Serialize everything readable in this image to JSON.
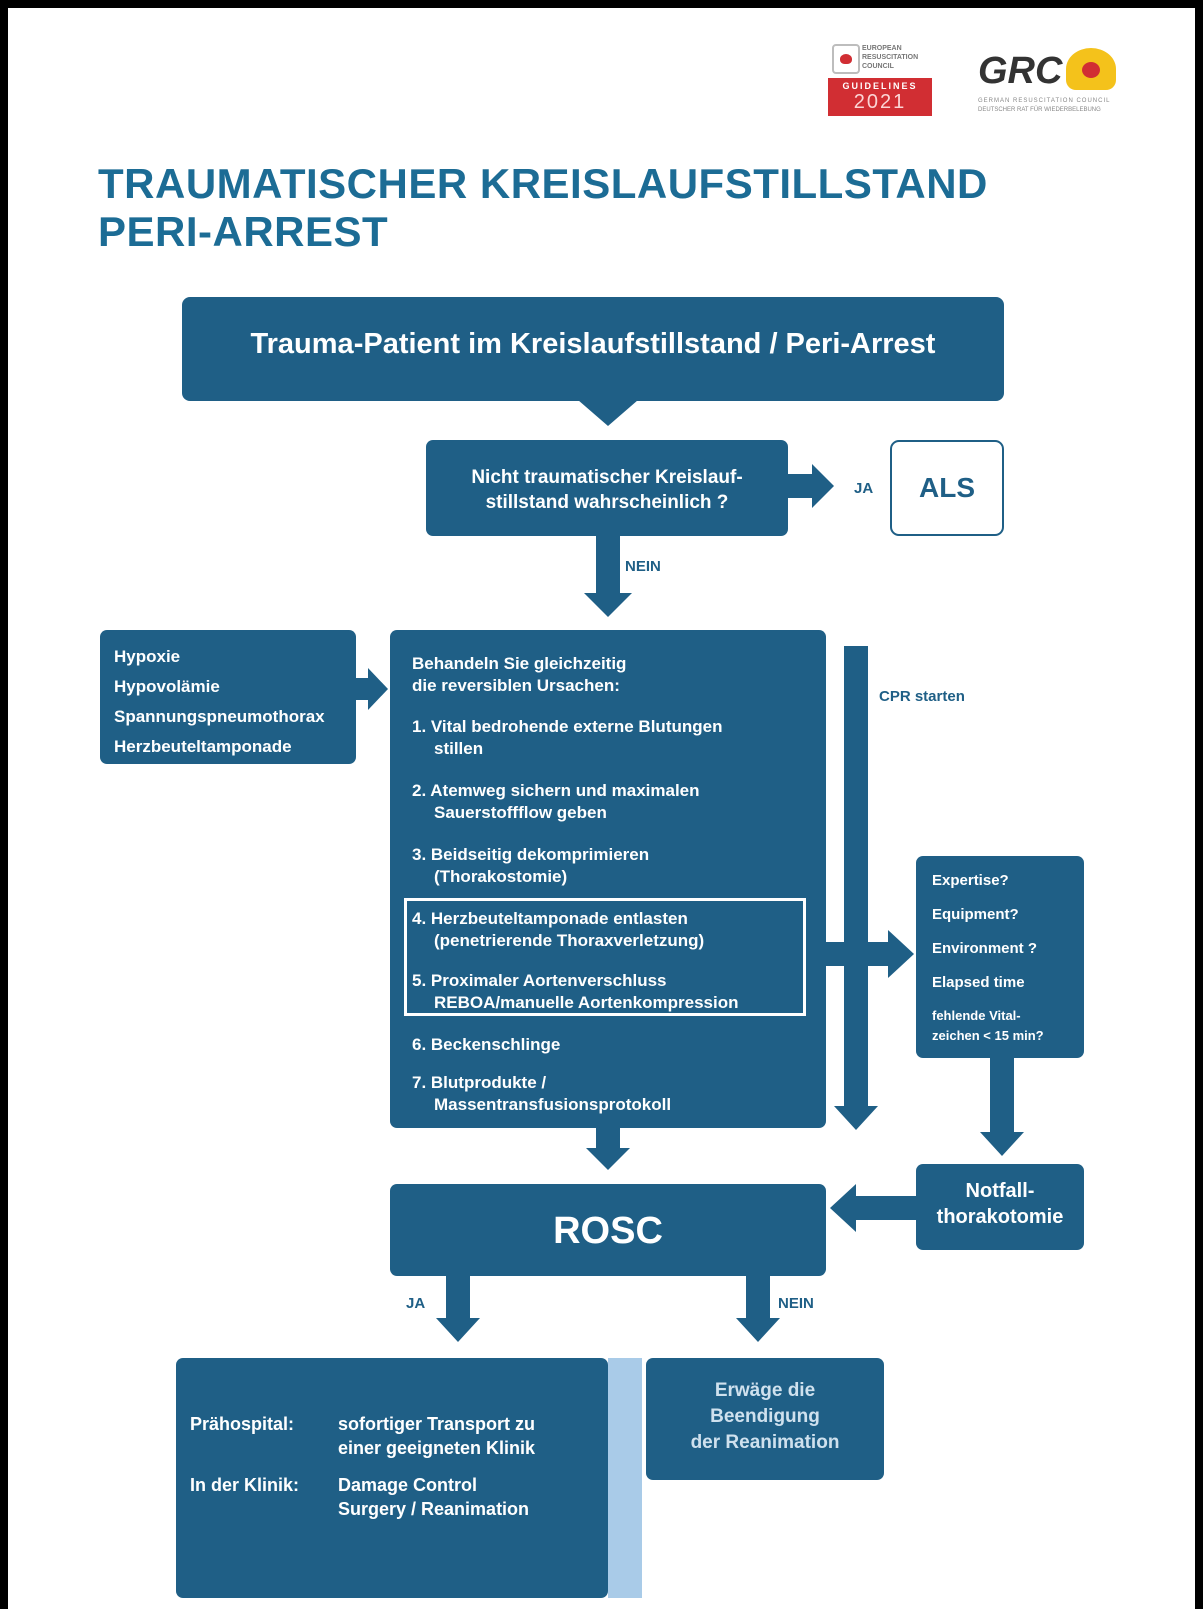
{
  "logos": {
    "erc_text": "EUROPEAN RESUSCITATION COUNCIL",
    "erc_guidelines": "GUIDELINES",
    "erc_year": "2021",
    "grc_text": "GRC",
    "grc_subtitle": "GERMAN RESUSCITATION COUNCIL",
    "grc_subtitle2": "DEUTSCHER RAT FÜR WIEDERBELEBUNG",
    "accent_red": "#d12e33",
    "accent_yellow": "#f4c21b"
  },
  "title": {
    "line1": "TRAUMATISCHER KREISLAUFSTILLSTAND",
    "line2": "PERI-ARREST"
  },
  "start_box": "Trauma-Patient im Kreislaufstillstand / Peri-Arrest",
  "decision": {
    "line1": "Nicht traumatischer Kreislauf-",
    "line2": "stillstand wahrscheinlich ?",
    "yes_label": "JA",
    "no_label": "NEIN",
    "yes_target": "ALS"
  },
  "causes": [
    "Hypoxie",
    "Hypovolämie",
    "Spannungspneumothorax",
    "Herzbeuteltamponade"
  ],
  "treat": {
    "heading1": "Behandeln Sie gleichzeitig",
    "heading2": "die reversiblen Ursachen:",
    "items": [
      {
        "l1": "1. Vital bedrohende externe Blutungen",
        "l2": "stillen"
      },
      {
        "l1": "2. Atemweg sichern und maximalen",
        "l2": "Sauerstoffflow geben"
      },
      {
        "l1": "3. Beidseitig dekomprimieren",
        "l2": "(Thorakostomie)"
      },
      {
        "l1": "4. Herzbeuteltamponade entlasten",
        "l2": "(penetrierende Thoraxverletzung)"
      },
      {
        "l1": "5. Proximaler Aortenverschluss",
        "l2": "REBOA/manuelle Aortenkompression"
      },
      {
        "l1": "6. Beckenschlinge",
        "l2": ""
      },
      {
        "l1": "7. Blutprodukte /",
        "l2": "Massentransfusionsprotokoll"
      }
    ]
  },
  "cpr_label": "CPR starten",
  "expertise": [
    "Expertise?",
    "Equipment?",
    "Environment ?",
    "Elapsed time",
    "fehlende Vital-",
    "zeichen < 15 min?"
  ],
  "thorakotomie": {
    "line1": "Notfall-",
    "line2": "thorakotomie"
  },
  "rosc": "ROSC",
  "rosc_yes": "JA",
  "rosc_no": "NEIN",
  "outcome_yes": {
    "pre_label": "Prähospital:",
    "pre_text1": "sofortiger Transport zu",
    "pre_text2": "einer geeigneten Klinik",
    "clinic_label": "In der Klinik:",
    "clinic_text1": "Damage Control",
    "clinic_text2": "Surgery / Reanimation"
  },
  "outcome_no": {
    "line1": "Erwäge die",
    "line2": "Beendigung",
    "line3": "der Reanimation"
  },
  "colors": {
    "primary": "#1f5f86",
    "title": "#1c6c95",
    "light_strip": "#a9cbe8"
  }
}
